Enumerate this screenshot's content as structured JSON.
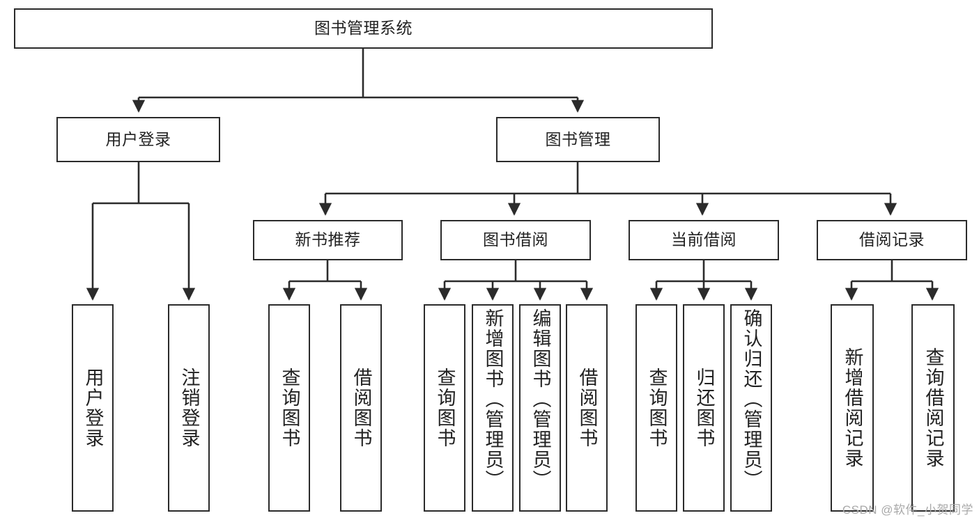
{
  "diagram": {
    "type": "tree-hierarchy",
    "title": "图书管理系统",
    "root": {
      "id": "root",
      "label": "图书管理系统"
    },
    "level2": [
      {
        "id": "user-login",
        "label": "用户登录"
      },
      {
        "id": "book-manage",
        "label": "图书管理"
      }
    ],
    "level3": [
      {
        "id": "new-book-recommend",
        "label": "新书推荐",
        "parent": "book-manage"
      },
      {
        "id": "book-borrow",
        "label": "图书借阅",
        "parent": "book-manage"
      },
      {
        "id": "current-borrow",
        "label": "当前借阅",
        "parent": "book-manage"
      },
      {
        "id": "borrow-record",
        "label": "借阅记录",
        "parent": "book-manage"
      }
    ],
    "leaves": [
      {
        "id": "leaf-user-login",
        "label": "用户登录",
        "parent": "user-login"
      },
      {
        "id": "leaf-logout-login",
        "label": "注销登录",
        "parent": "user-login"
      },
      {
        "id": "leaf-query-book-1",
        "label": "查询图书",
        "parent": "new-book-recommend"
      },
      {
        "id": "leaf-borrow-book-1",
        "label": "借阅图书",
        "parent": "new-book-recommend"
      },
      {
        "id": "leaf-query-book-2",
        "label": "查询图书",
        "parent": "book-borrow"
      },
      {
        "id": "leaf-add-book",
        "label": "新增图书（管理员）",
        "parent": "book-borrow"
      },
      {
        "id": "leaf-edit-book",
        "label": "编辑图书（管理员）",
        "parent": "book-borrow"
      },
      {
        "id": "leaf-borrow-book-2",
        "label": "借阅图书",
        "parent": "book-borrow"
      },
      {
        "id": "leaf-query-book-3",
        "label": "查询图书",
        "parent": "current-borrow"
      },
      {
        "id": "leaf-return-book",
        "label": "归还图书",
        "parent": "current-borrow"
      },
      {
        "id": "leaf-confirm-return",
        "label": "确认归还（管理员）",
        "parent": "current-borrow"
      },
      {
        "id": "leaf-add-record",
        "label": "新增借阅记录",
        "parent": "borrow-record"
      },
      {
        "id": "leaf-query-record",
        "label": "查询借阅记录",
        "parent": "borrow-record"
      }
    ],
    "colors": {
      "stroke": "#2b2b2b",
      "fill": "#ffffff",
      "text": "#222222",
      "watermark": "#a9a9a9"
    }
  },
  "watermark": {
    "text": "CSDN @软件_小贺同学"
  }
}
